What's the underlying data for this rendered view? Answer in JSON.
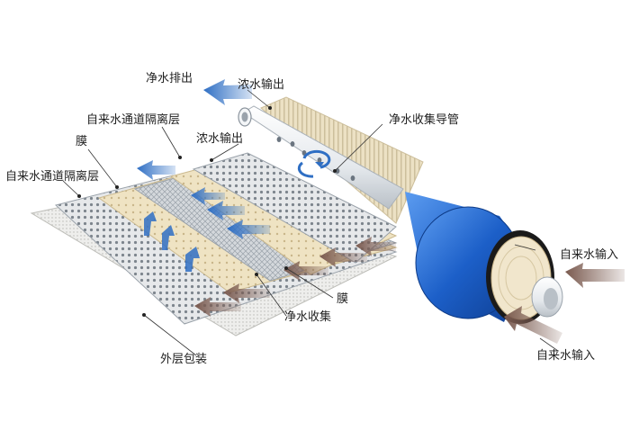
{
  "labels": {
    "pure_water_out": "净水排出",
    "concentrate_out_top": "浓水输出",
    "tap_spacer_top": "自来水通道隔离层",
    "pure_collect_tube": "净水收集导管",
    "membrane_top": "膜",
    "concentrate_out_mid": "浓水输出",
    "tap_spacer_left": "自来水通道隔离层",
    "tap_in_right": "自来水输入",
    "membrane_bottom": "膜",
    "pure_collect": "净水收集",
    "outer_wrap": "外层包装",
    "tap_in_bottom": "自来水输入"
  },
  "icons": [
    "arrow-up-left-blue",
    "arrow-left-blue",
    "arrow-up-blue",
    "arrow-left-brown",
    "rotation-arrows-blue"
  ],
  "colors": {
    "blue_arrow": "#2f6fc4",
    "brown_arrow": "#7a5a4f",
    "housing_blue": "#1c5fc8",
    "membrane_beige": "#efe3c3",
    "mesh_grey": "#c9cdd2"
  }
}
